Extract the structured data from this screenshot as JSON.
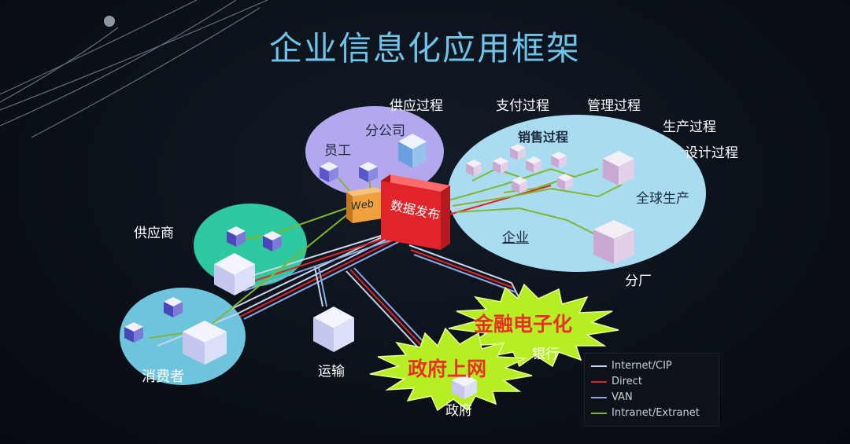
{
  "title": "企业信息化应用框架",
  "labels": {
    "supply_process": "供应过程",
    "payment_process": "支付过程",
    "management_process": "管理过程",
    "production_process": "生产过程",
    "design_process": "设计过程",
    "sales_process": "销售过程",
    "branch_company": "分公司",
    "employee": "员工",
    "web": "Web",
    "data_publish": "数据发布",
    "global_production": "全球生产",
    "enterprise": "企业",
    "branch_factory": "分厂",
    "supplier": "供应商",
    "consumer": "消费者",
    "transport": "运输",
    "government": "政府",
    "bank": "银行",
    "finance_e": "金融电子化",
    "gov_online": "政府上网"
  },
  "legend": [
    {
      "label": "Internet/CIP",
      "color": "#c8d4e8"
    },
    {
      "label": "Direct",
      "color": "#e0242a"
    },
    {
      "label": "VAN",
      "color": "#8fa8e0"
    },
    {
      "label": "Intranet/Extranet",
      "color": "#7fb830"
    }
  ],
  "colors": {
    "title": "#6fc3e8",
    "enterprise_ellipse": "#a9dcf0",
    "branch_ellipse": "#b3a8ee",
    "supplier_ellipse": "#2ec9a0",
    "consumer_ellipse": "#6ec4dd",
    "starburst": "#b6ee24",
    "star_text": "#e83024",
    "data_publish_box": "#e0242a",
    "web_box": "#f0a03c"
  }
}
